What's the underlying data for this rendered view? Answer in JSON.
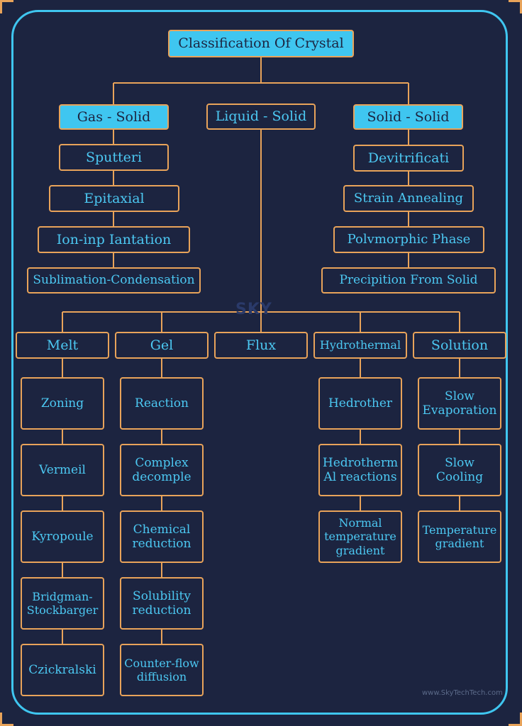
{
  "title": "Classification Of Crystal",
  "categories": {
    "gas_solid": "Gas - Solid",
    "liquid_solid": "Liquid - Solid",
    "solid_solid": "Solid - Solid"
  },
  "gas_solid_items": [
    "Sputteri",
    "Epitaxial",
    "Ion-inp Iantation",
    "Sublimation-Condensation"
  ],
  "solid_solid_items": [
    "Devitrificati",
    "Strain Annealing",
    "Polvmorphic Phase",
    "Precipition From Solid"
  ],
  "liquid_methods": {
    "melt": "Melt",
    "gel": "Gel",
    "flux": "Flux",
    "hydrothermal": "Hydrothermal",
    "solution": "Solution"
  },
  "melt_items": [
    "Zoning",
    "Vermeil",
    "Kyropoule",
    "Bridgman-\nStockbarger",
    "Czickralski"
  ],
  "gel_items": [
    "Reaction",
    "Complex\ndecomple",
    "Chemical\nreduction",
    "Solubility\nreduction",
    "Counter-flow\ndiffusion"
  ],
  "hydrothermal_items": [
    "Hedrother",
    "Hedrotherm\nAl reactions",
    "Normal\ntemperature\ngradient"
  ],
  "solution_items": [
    "Slow\nEvaporation",
    "Slow\nCooling",
    "Temperature\ngradient"
  ],
  "watermark": "SKY",
  "footer": "www.SkyTechTech.com",
  "colors": {
    "background": "#1c2440",
    "accent": "#3fc6f0",
    "border": "#e8a35a",
    "text": "#4cc8f2"
  }
}
